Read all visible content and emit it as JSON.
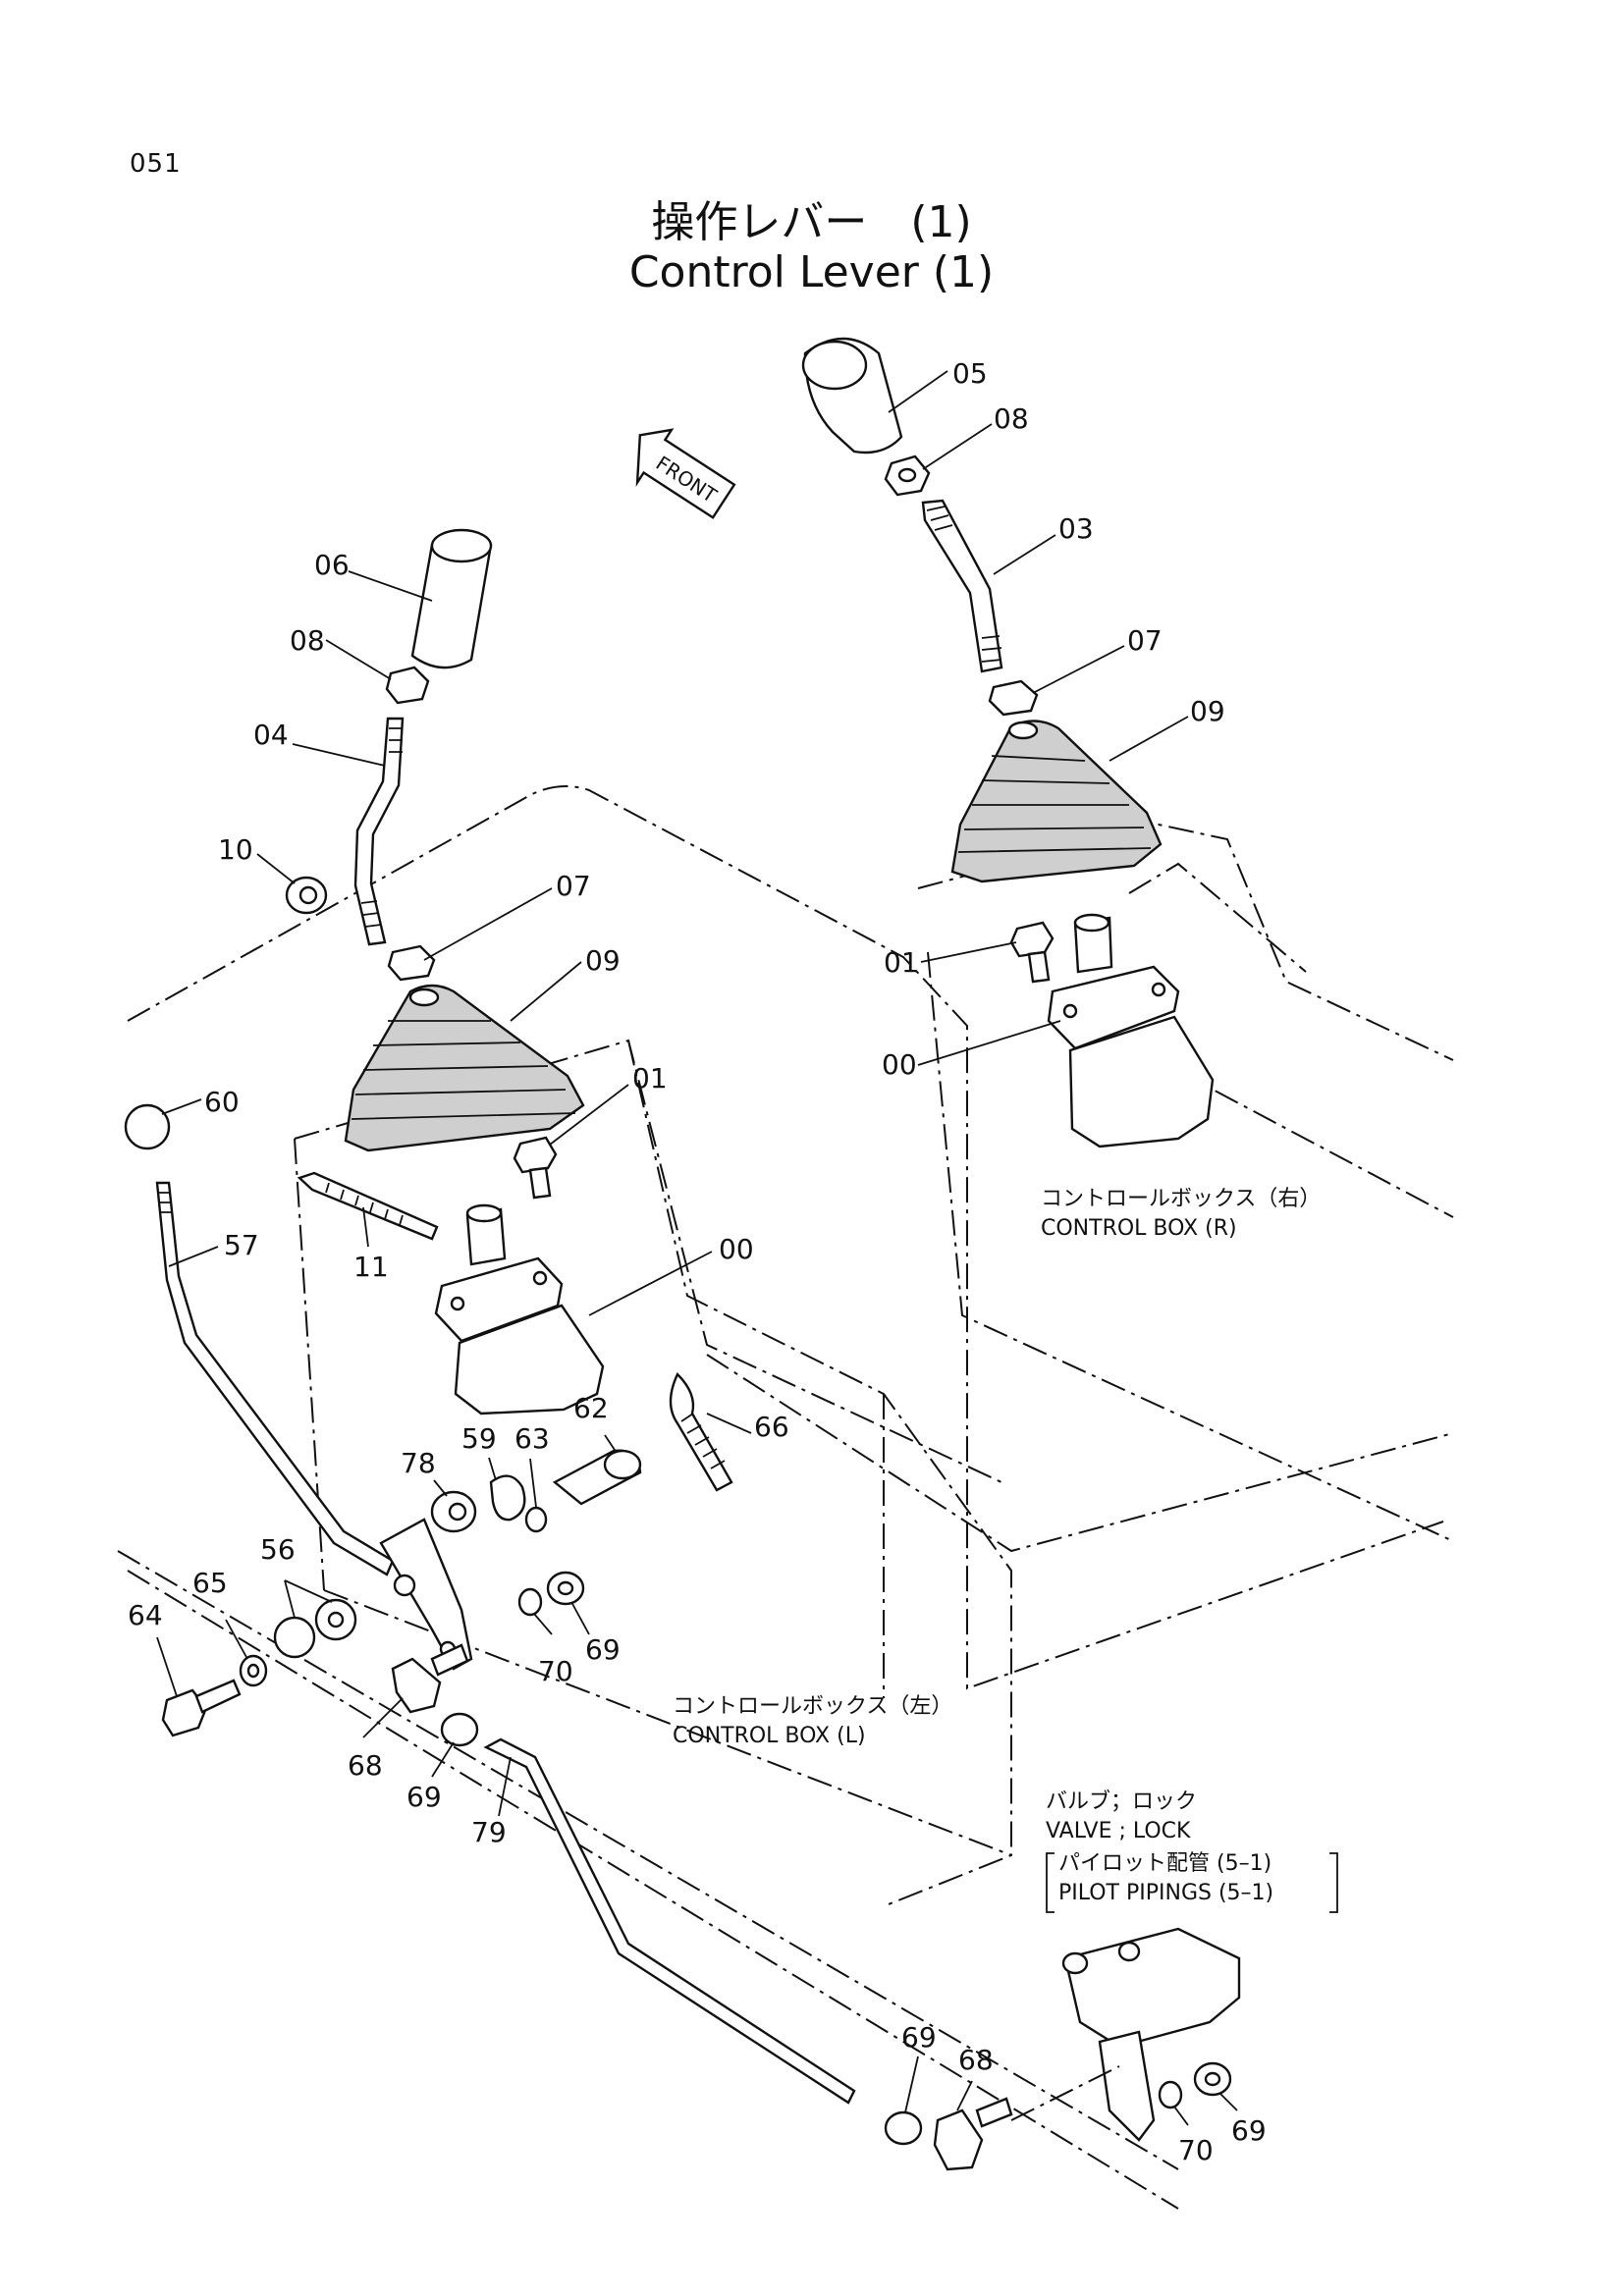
{
  "page_number": "051",
  "title": {
    "ja": "操作レバー　(1)",
    "en": "Control Lever (1)"
  },
  "front_marker": "FRONT",
  "callouts": {
    "c05": "05",
    "c08r": "08",
    "c03": "03",
    "c07r": "07",
    "c09r": "09",
    "c01r": "01",
    "c00r": "00",
    "c06": "06",
    "c08l": "08",
    "c04": "04",
    "c10": "10",
    "c07l": "07",
    "c09l": "09",
    "c01l": "01",
    "c00l": "00",
    "c11": "11",
    "c60": "60",
    "c57": "57",
    "c78": "78",
    "c59": "59",
    "c63": "63",
    "c62": "62",
    "c66": "66",
    "c56": "56",
    "c65": "65",
    "c64": "64",
    "c68a": "68",
    "c69a": "69",
    "c79": "79",
    "c70a": "70",
    "c69b": "69",
    "c69c": "69",
    "c68b": "68",
    "c70b": "70",
    "c69d": "69"
  },
  "captions": {
    "box_r_ja": "コントロールボックス（右）",
    "box_r_en": "CONTROL BOX (R)",
    "box_l_ja": "コントロールボックス（左）",
    "box_l_en": "CONTROL BOX (L)",
    "valve_ja": "バルブ；ロック",
    "valve_en": "VALVE ; LOCK",
    "pilot_ja": "パイロット配管 (5–1)",
    "pilot_en": "PILOT PIPINGS (5–1)"
  }
}
